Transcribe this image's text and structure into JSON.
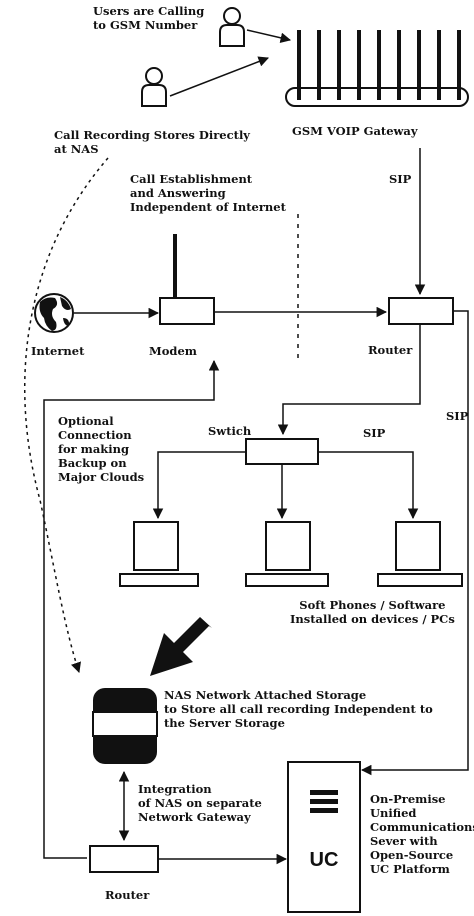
{
  "labels": {
    "users_calling": [
      "Users are Calling",
      "to GSM Number"
    ],
    "call_recording": [
      "Call Recording Stores Directly",
      "at NAS"
    ],
    "gateway": "GSM VOIP Gateway",
    "sip_gateway_router": "SIP",
    "call_establishment": [
      "Call Establishment",
      "and Answering",
      "Independent of Internet"
    ],
    "internet": "Internet",
    "modem": "Modem",
    "router_top": "Router",
    "optional_connection": [
      "Optional",
      "Connection",
      "for making",
      "Backup on",
      "Major Clouds"
    ],
    "switch": "Swtich",
    "sip_switch": "SIP",
    "sip_right": "SIP",
    "soft_phones": [
      "Soft Phones / Software",
      "Installed on devices / PCs"
    ],
    "nas": [
      "NAS Network Attached Storage",
      "to Store all call recording Independent to",
      "the Server Storage"
    ],
    "integration": [
      "Integration",
      "of NAS on separate",
      "Network Gateway"
    ],
    "on_premise": [
      "On-Premise",
      "Unified",
      "Communications",
      "Sever with",
      "Open-Source",
      "UC Platform"
    ],
    "router_bottom": "Router",
    "uc_logo": "UC"
  },
  "colors": {
    "ink": "#111111",
    "paper": "#ffffff"
  }
}
